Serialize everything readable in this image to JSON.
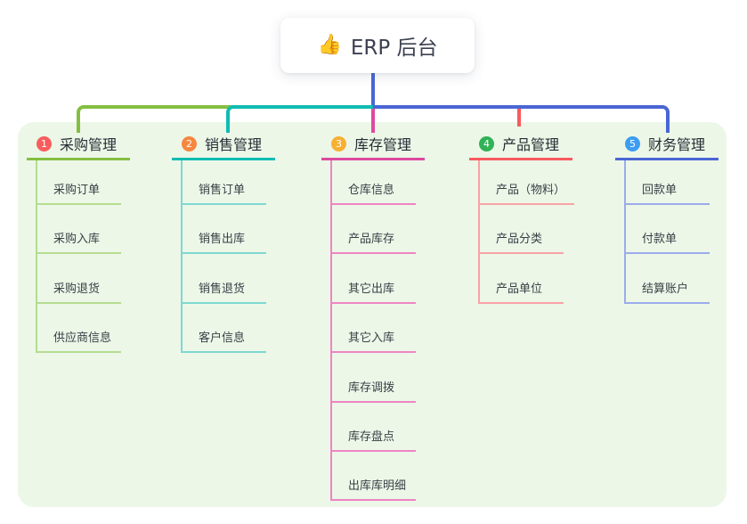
{
  "root": {
    "icon": "👍",
    "label": "ERP 后台"
  },
  "colors": {
    "root_connector": "#4a66d4",
    "panel_background": "#ecf7e8",
    "root_text": "#3b4151",
    "branch_title_text": "#272c35",
    "child_text": "#3a4046"
  },
  "branches": [
    {
      "num": "1",
      "title": "采购管理",
      "badge_color": "#f75d5d",
      "line_color": "#84bf41",
      "child_line_color": "#b6dc90",
      "children": [
        "采购订单",
        "采购入库",
        "采购退货",
        "供应商信息"
      ]
    },
    {
      "num": "2",
      "title": "销售管理",
      "badge_color": "#f6873f",
      "line_color": "#10bcb2",
      "child_line_color": "#7fd8d0",
      "children": [
        "销售订单",
        "销售出库",
        "销售退货",
        "客户信息"
      ]
    },
    {
      "num": "3",
      "title": "库存管理",
      "badge_color": "#f8b033",
      "line_color": "#dd4a9e",
      "child_line_color": "#ee85c3",
      "children": [
        "仓库信息",
        "产品库存",
        "其它出库",
        "其它入库",
        "库存调拨",
        "库存盘点",
        "出库库明细"
      ]
    },
    {
      "num": "4",
      "title": "产品管理",
      "badge_color": "#31b257",
      "line_color": "#f85a5f",
      "child_line_color": "#f9a2a6",
      "children": [
        "产品（物料）",
        "产品分类",
        "产品单位"
      ]
    },
    {
      "num": "5",
      "title": "财务管理",
      "badge_color": "#3d9df0",
      "line_color": "#4a66d4",
      "child_line_color": "#9bacea",
      "children": [
        "回款单",
        "付款单",
        "结算账户"
      ]
    }
  ]
}
